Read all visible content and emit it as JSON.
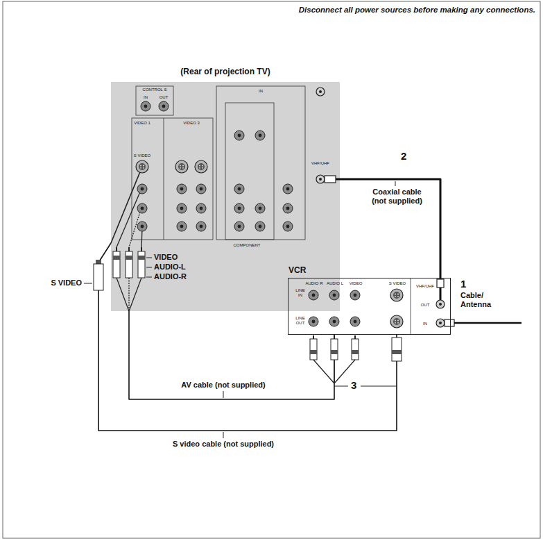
{
  "diagram": {
    "nodes": [
      {
        "text": [
          "(Rear of projection TV)",
          "CONTROL S",
          "IN",
          "OUT",
          "IN",
          "VIDEO 1",
          "VIDEO 3",
          "S VIDEO",
          "VHF/UHF",
          "COMPONENT"
        ]
      },
      {
        "text": [
          "VCR",
          "LINE IN",
          "LINE OUT",
          "AUDIO R",
          "AUDIO L",
          "VIDEO",
          "S VIDEO",
          "VHF/UHF",
          "OUT",
          "IN"
        ]
      }
    ],
    "edges": [
      {
        "from": 1,
        "to": 0,
        "arrow": "none",
        "label": "Coaxial cable (not supplied)"
      },
      {
        "from": 1,
        "to": 0,
        "arrow": "none",
        "label": "AV cable (not supplied)"
      },
      {
        "from": 1,
        "to": 0,
        "arrow": "none",
        "label": "S video cable (not supplied)"
      }
    ],
    "labels": [
      "Disconnect all power sources before making any connections.",
      "2",
      "1",
      "Cable/ Antenna",
      "S VIDEO",
      "VIDEO",
      "AUDIO-L",
      "AUDIO-R",
      "3"
    ]
  }
}
